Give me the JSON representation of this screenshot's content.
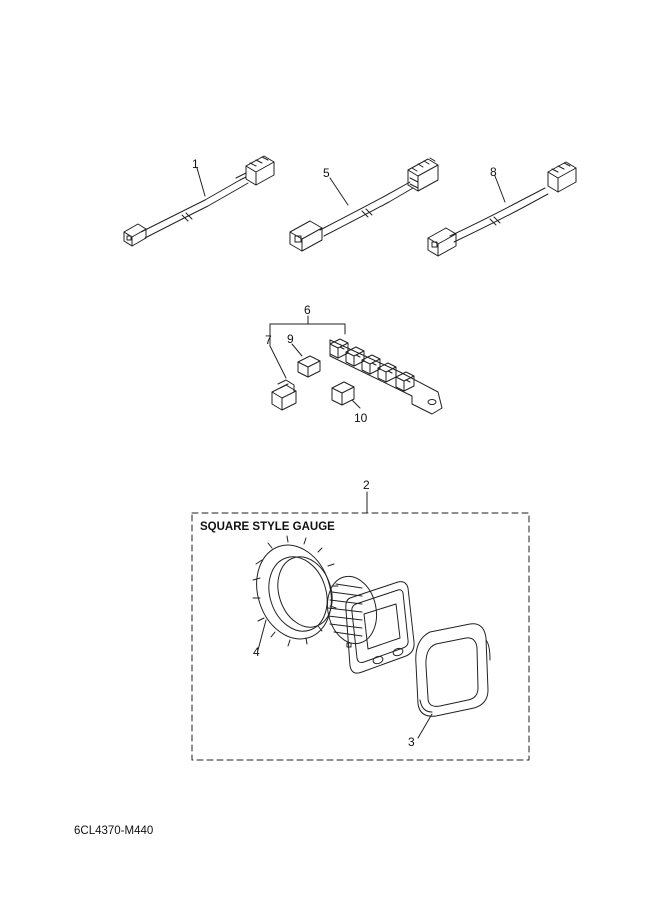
{
  "callouts": {
    "c1": "1",
    "c2": "2",
    "c3": "3",
    "c4": "4",
    "c5": "5",
    "c6": "6",
    "c7": "7",
    "c8": "8",
    "c9": "9",
    "c10": "10"
  },
  "gauge_box": {
    "title": "SQUARE STYLE GAUGE"
  },
  "diagram_code": "6CL4370-M440"
}
